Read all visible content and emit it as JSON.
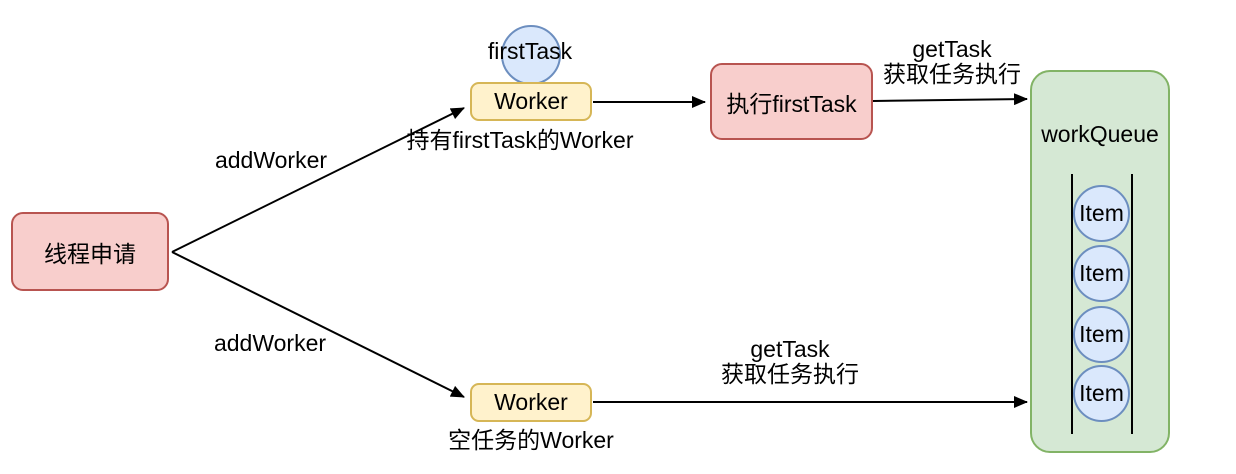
{
  "diagram": {
    "title": "thread-pool worker flow",
    "colors": {
      "red_fill": "#f8cecc",
      "red_stroke": "#b85450",
      "yellow_fill": "#fff2cc",
      "yellow_stroke": "#d6b656",
      "green_fill": "#d5e8d4",
      "green_stroke": "#82b366",
      "blue_fill": "#dae8fc",
      "blue_stroke": "#6c8ebf",
      "line": "#000000"
    }
  },
  "nodes": {
    "thread_request": {
      "label": "线程申请"
    },
    "first_task_circle": {
      "label": "firstTask"
    },
    "worker_top": {
      "label": "Worker",
      "caption": "持有firstTask的Worker"
    },
    "worker_bottom": {
      "label": "Worker",
      "caption": "空任务的Worker"
    },
    "exec_first_task": {
      "label": "执行firstTask"
    },
    "work_queue": {
      "title": "workQueue",
      "items": [
        "Item",
        "Item",
        "Item",
        "Item"
      ]
    }
  },
  "edges": {
    "add_worker_top": {
      "from": "thread_request",
      "to": "worker_top",
      "label": "addWorker"
    },
    "add_worker_bottom": {
      "from": "thread_request",
      "to": "worker_bottom",
      "label": "addWorker"
    },
    "worker_to_exec": {
      "from": "worker_top",
      "to": "exec_first_task",
      "label": ""
    },
    "exec_to_queue": {
      "from": "exec_first_task",
      "to": "work_queue",
      "label_line1": "getTask",
      "label_line2": "获取任务执行"
    },
    "worker_bottom_to_queue": {
      "from": "worker_bottom",
      "to": "work_queue",
      "label_line1": "getTask",
      "label_line2": "获取任务执行"
    }
  }
}
